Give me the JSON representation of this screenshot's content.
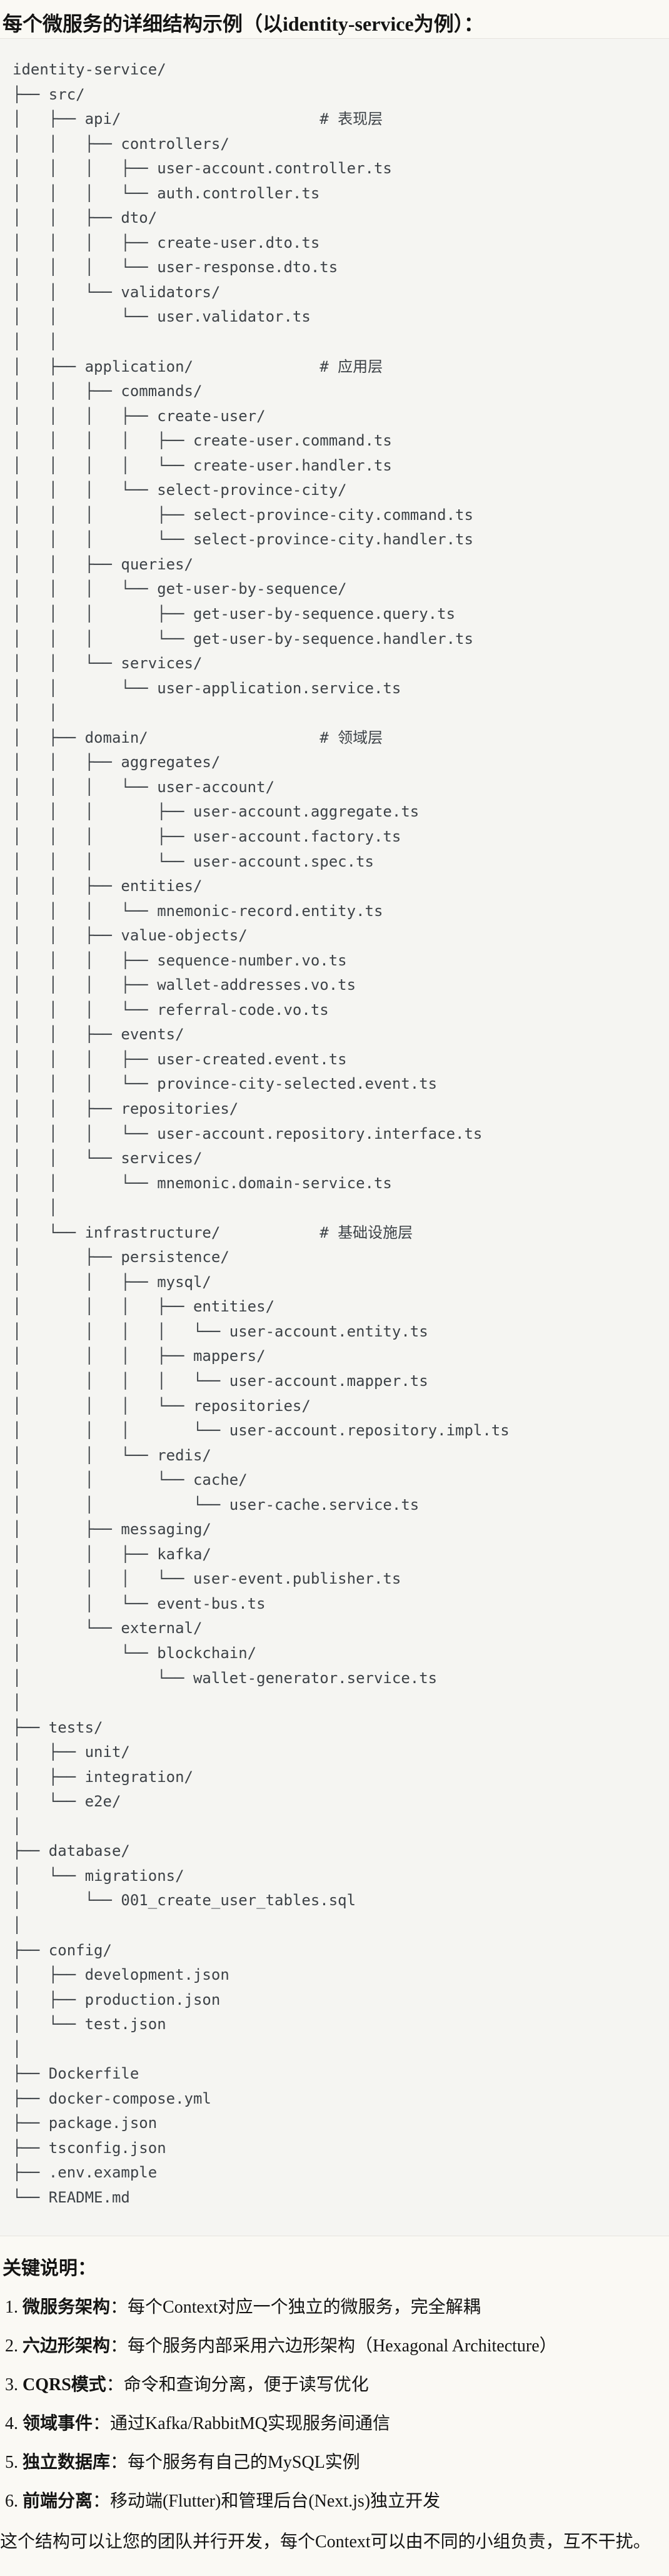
{
  "page": {
    "title": "每个微服务的详细结构示例（以identity-service为例）："
  },
  "theme": {
    "page_background": "#FAF9F4",
    "code_background": "#F5F5F2",
    "code_border": "#E6E4DE",
    "code_text": "#3D4247",
    "body_text": "#141413"
  },
  "code_block": {
    "tree_text": "identity-service/\n├── src/\n│   ├── api/                      # 表现层\n│   │   ├── controllers/\n│   │   │   ├── user-account.controller.ts\n│   │   │   └── auth.controller.ts\n│   │   ├── dto/\n│   │   │   ├── create-user.dto.ts\n│   │   │   └── user-response.dto.ts\n│   │   └── validators/\n│   │       └── user.validator.ts\n│   │\n│   ├── application/              # 应用层\n│   │   ├── commands/\n│   │   │   ├── create-user/\n│   │   │   │   ├── create-user.command.ts\n│   │   │   │   └── create-user.handler.ts\n│   │   │   └── select-province-city/\n│   │   │       ├── select-province-city.command.ts\n│   │   │       └── select-province-city.handler.ts\n│   │   ├── queries/\n│   │   │   └── get-user-by-sequence/\n│   │   │       ├── get-user-by-sequence.query.ts\n│   │   │       └── get-user-by-sequence.handler.ts\n│   │   └── services/\n│   │       └── user-application.service.ts\n│   │\n│   ├── domain/                   # 领域层\n│   │   ├── aggregates/\n│   │   │   └── user-account/\n│   │   │       ├── user-account.aggregate.ts\n│   │   │       ├── user-account.factory.ts\n│   │   │       └── user-account.spec.ts\n│   │   ├── entities/\n│   │   │   └── mnemonic-record.entity.ts\n│   │   ├── value-objects/\n│   │   │   ├── sequence-number.vo.ts\n│   │   │   ├── wallet-addresses.vo.ts\n│   │   │   └── referral-code.vo.ts\n│   │   ├── events/\n│   │   │   ├── user-created.event.ts\n│   │   │   └── province-city-selected.event.ts\n│   │   ├── repositories/\n│   │   │   └── user-account.repository.interface.ts\n│   │   └── services/\n│   │       └── mnemonic.domain-service.ts\n│   │\n│   └── infrastructure/           # 基础设施层\n│       ├── persistence/\n│       │   ├── mysql/\n│       │   │   ├── entities/\n│       │   │   │   └── user-account.entity.ts\n│       │   │   ├── mappers/\n│       │   │   │   └── user-account.mapper.ts\n│       │   │   └── repositories/\n│       │   │       └── user-account.repository.impl.ts\n│       │   └── redis/\n│       │       └── cache/\n│       │           └── user-cache.service.ts\n│       ├── messaging/\n│       │   ├── kafka/\n│       │   │   └── user-event.publisher.ts\n│       │   └── event-bus.ts\n│       └── external/\n│           └── blockchain/\n│               └── wallet-generator.service.ts\n│\n├── tests/\n│   ├── unit/\n│   ├── integration/\n│   └── e2e/\n│\n├── database/\n│   └── migrations/\n│       └── 001_create_user_tables.sql\n│\n├── config/\n│   ├── development.json\n│   ├── production.json\n│   └── test.json\n│\n├── Dockerfile\n├── docker-compose.yml\n├── package.json\n├── tsconfig.json\n├── .env.example\n└── README.md"
  },
  "notes": {
    "heading": "关键说明：",
    "items": [
      {
        "num": "1.",
        "label": "微服务架构",
        "desc": "：每个Context对应一个独立的微服务，完全解耦"
      },
      {
        "num": "2.",
        "label": "六边形架构",
        "desc": "：每个服务内部采用六边形架构（Hexagonal Architecture）"
      },
      {
        "num": "3.",
        "label": "CQRS模式",
        "desc": "：命令和查询分离，便于读写优化"
      },
      {
        "num": "4.",
        "label": "领域事件",
        "desc": "：通过Kafka/RabbitMQ实现服务间通信"
      },
      {
        "num": "5.",
        "label": "独立数据库",
        "desc": "：每个服务有自己的MySQL实例"
      },
      {
        "num": "6.",
        "label": "前端分离",
        "desc": "：移动端(Flutter)和管理后台(Next.js)独立开发"
      }
    ],
    "footer": "这个结构可以让您的团队并行开发，每个Context可以由不同的小组负责，互不干扰。"
  }
}
